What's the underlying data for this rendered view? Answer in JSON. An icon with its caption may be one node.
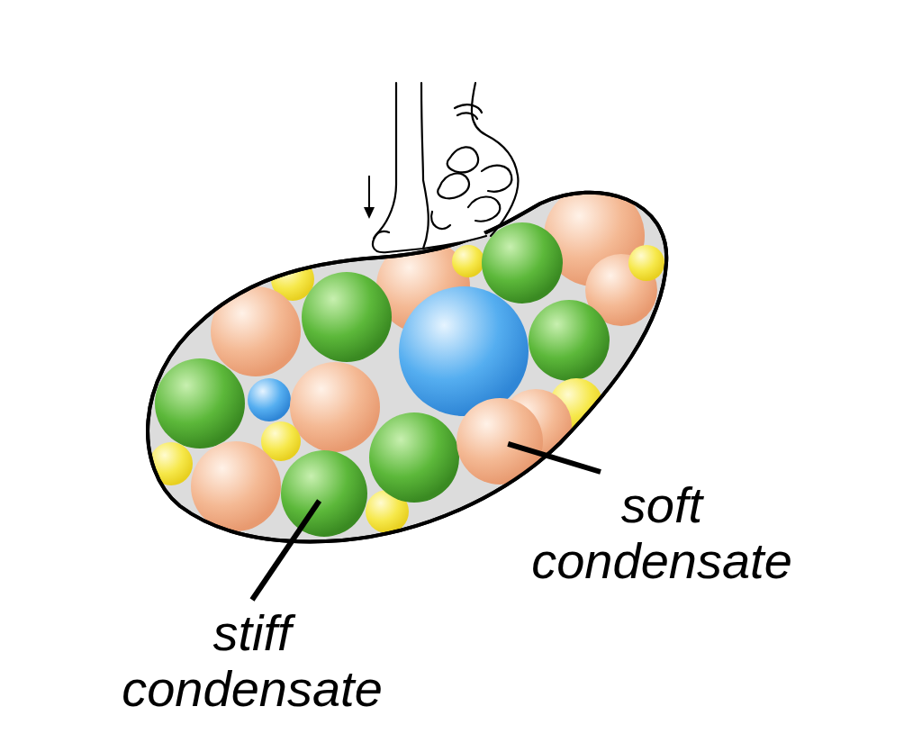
{
  "diagram": {
    "nodes": [
      {
        "text": [
          "stiff condensate"
        ]
      },
      {
        "text": [
          "soft condensate"
        ]
      },
      {
        "text": [],
        "shape": "circle"
      },
      {
        "text": [],
        "shape": "circle"
      }
    ],
    "edges": [
      {
        "from": 0,
        "to": 2,
        "arrow": "none"
      },
      {
        "from": 1,
        "to": 3,
        "arrow": "none"
      }
    ]
  }
}
